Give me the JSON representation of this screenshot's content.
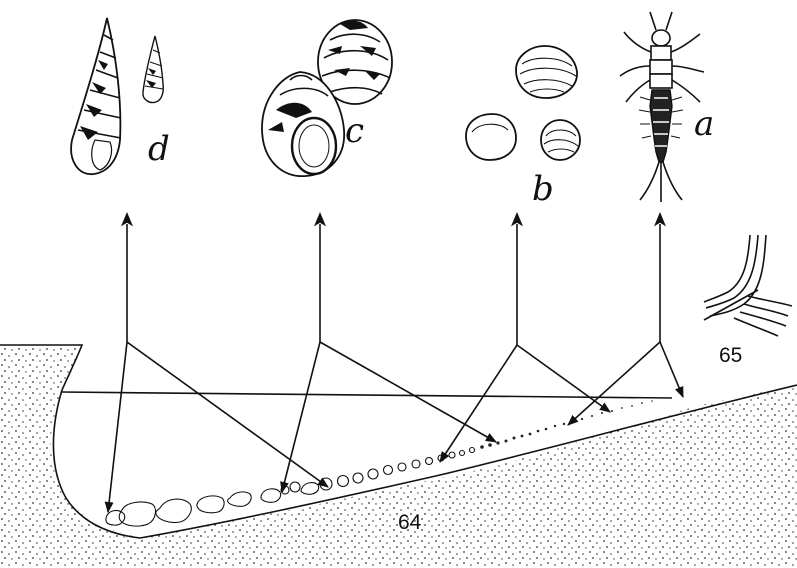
{
  "figure_labels": {
    "a": "a",
    "b": "b",
    "c": "c",
    "d": "d"
  },
  "figure_numbers": {
    "main": "64",
    "inset": "65"
  },
  "specimens": [
    {
      "label": "d",
      "icon": "tower-snail-shells-icon"
    },
    {
      "label": "c",
      "icon": "pond-snail-shells-icon"
    },
    {
      "label": "b",
      "icon": "bivalve-shells-icon"
    },
    {
      "label": "a",
      "icon": "insect-larva-icon"
    }
  ]
}
